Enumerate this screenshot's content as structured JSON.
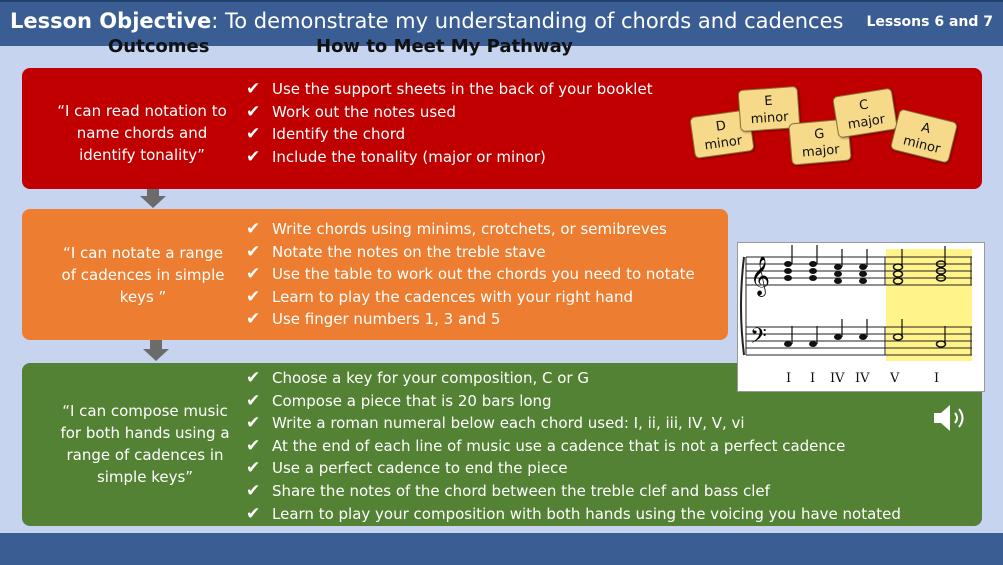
{
  "header": {
    "title_bold": "Lesson Objective",
    "title_rest": ": To demonstrate my understanding of chords and cadences",
    "lessons": "Lessons 6 and 7"
  },
  "columns": {
    "outcomes": "Outcomes",
    "pathway": "How to Meet My Pathway"
  },
  "rows": [
    {
      "outcome": "“I can read notation to name chords and identify tonality”",
      "color": "#c00000",
      "steps": [
        "Use the support sheets in the back of your booklet",
        "Work out the notes used",
        "Identify the chord",
        "Include the tonality (major or minor)"
      ]
    },
    {
      "outcome": "“I can notate a range of cadences in simple keys ”",
      "color": "#ed7d31",
      "steps": [
        "Write chords using minims, crotchets, or semibreves",
        "Notate the notes on the treble stave",
        "Use the table to work out the chords you need to notate",
        "Learn to play the cadences with your right hand",
        "Use finger numbers 1, 3 and 5"
      ]
    },
    {
      "outcome": "“I can compose music for both hands using a range of cadences in simple keys”",
      "color": "#548235",
      "steps": [
        "Choose a key for your composition, C or G",
        "Compose a piece that is 20 bars long",
        "Write a roman numeral below each chord used: I, ii, iii, IV, V, vi",
        "At the end of each line of music use a cadence that is not a perfect cadence",
        "Use a perfect cadence to end the piece",
        "Share the notes of the chord between the treble clef and bass clef",
        "Learn to play your composition with both hands using the voicing you have notated"
      ]
    }
  ],
  "tick_symbol": "✔",
  "chord_cards": [
    {
      "note": "D",
      "quality": "minor"
    },
    {
      "note": "E",
      "quality": "minor"
    },
    {
      "note": "G",
      "quality": "major"
    },
    {
      "note": "C",
      "quality": "major"
    },
    {
      "note": "A",
      "quality": "minor"
    }
  ],
  "music_example": {
    "numerals": [
      "I",
      "I",
      "IV",
      "IV",
      "V",
      "I"
    ],
    "highlight_color": "#fff38a"
  },
  "icons": {
    "audio": "speaker-icon"
  }
}
